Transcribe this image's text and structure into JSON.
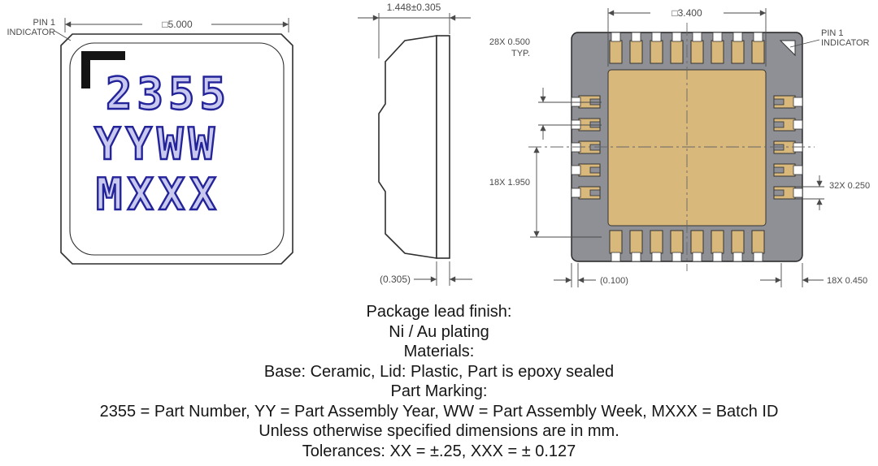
{
  "colors": {
    "marking-blue": "#23239a",
    "marking-fill": "#c9c9ef",
    "pad-gold": "#d9b87b",
    "body-gray": "#8e9095",
    "line-dark": "#2f2f2f",
    "dim-color": "#4a4a4a"
  },
  "views": {
    "top": {
      "pin1_line1": "PIN 1",
      "pin1_line2": "INDICATOR",
      "dim_body": "□5.000",
      "marking": {
        "line1": "2355",
        "line2": "YYWW",
        "line3": "MXXX"
      }
    },
    "side": {
      "dim_height": "1.448±0.305",
      "dim_base_thickness": "(0.305)"
    },
    "bottom": {
      "dim_pad": "□3.400",
      "dim_lead_pitch": "28X 0.500",
      "dim_lead_pitch_typ": "TYP.",
      "dim_lead_span": "18X 1.950",
      "dim_lead_width": "32X 0.250",
      "dim_edge_gap": "(0.100)",
      "dim_lead_length": "18X 0.450",
      "pin1_line1": "PIN 1",
      "pin1_line2": "INDICATOR"
    }
  },
  "notes": {
    "lines": [
      "Package lead finish:",
      "Ni / Au plating",
      "Materials:",
      "Base: Ceramic, Lid: Plastic, Part is epoxy sealed",
      "Part Marking:",
      "2355 = Part Number, YY = Part Assembly Year, WW = Part Assembly Week, MXXX = Batch ID",
      "Unless otherwise specified dimensions are in mm.",
      "Tolerances: XX = ±.25, XXX = ± 0.127"
    ]
  }
}
